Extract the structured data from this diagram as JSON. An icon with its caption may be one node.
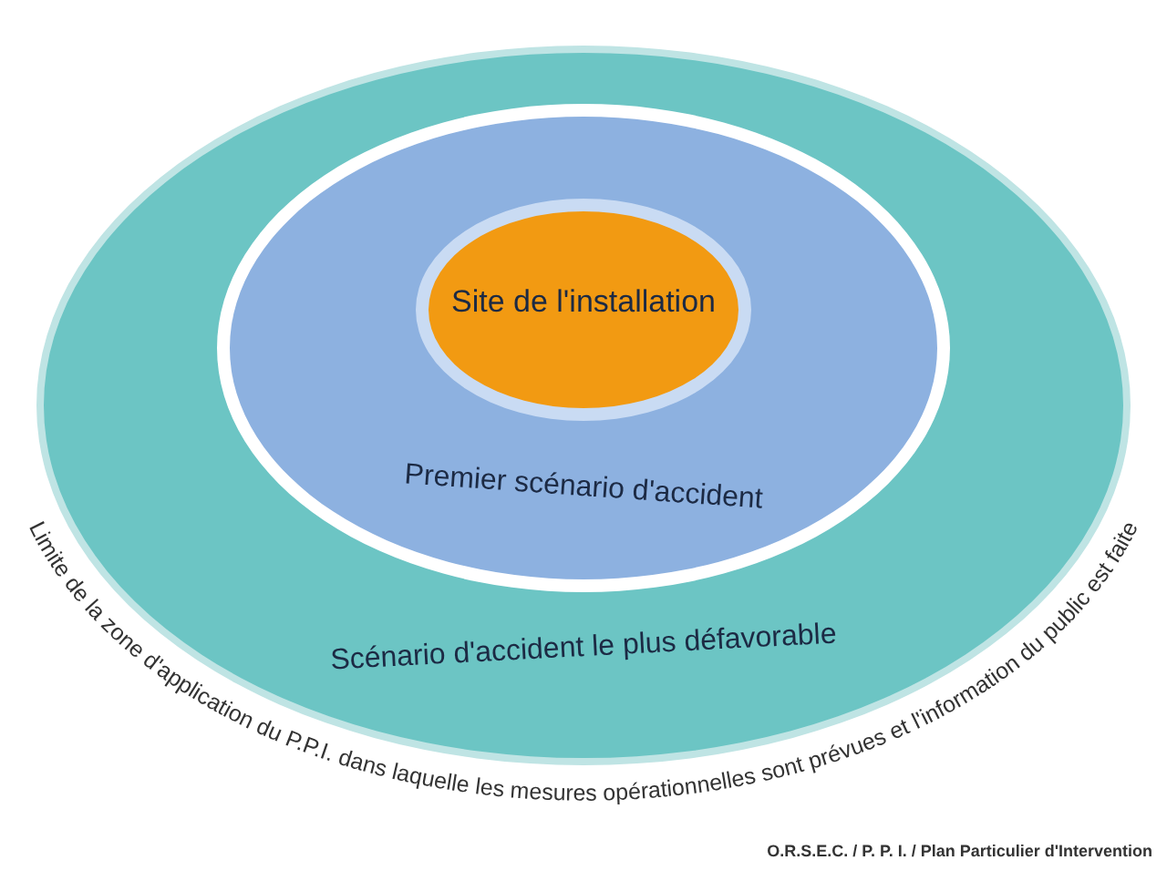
{
  "diagram": {
    "nodes": [
      {
        "text": [
          "Scénario d'accident le plus défavorable"
        ],
        "beside": [
          "Limite de la zone d'application du P.P.I. dans laquelle les mesures opérationnelles sont prévues et l'information du public est faite"
        ]
      },
      {
        "text": [
          "Premier scénario d'accident"
        ],
        "in": 0
      },
      {
        "text": [
          "Site de l'installation"
        ],
        "in": 1
      }
    ],
    "labels": [
      "O.R.S.E.C. / P. P. I. / Plan Particulier d'Intervention"
    ]
  }
}
